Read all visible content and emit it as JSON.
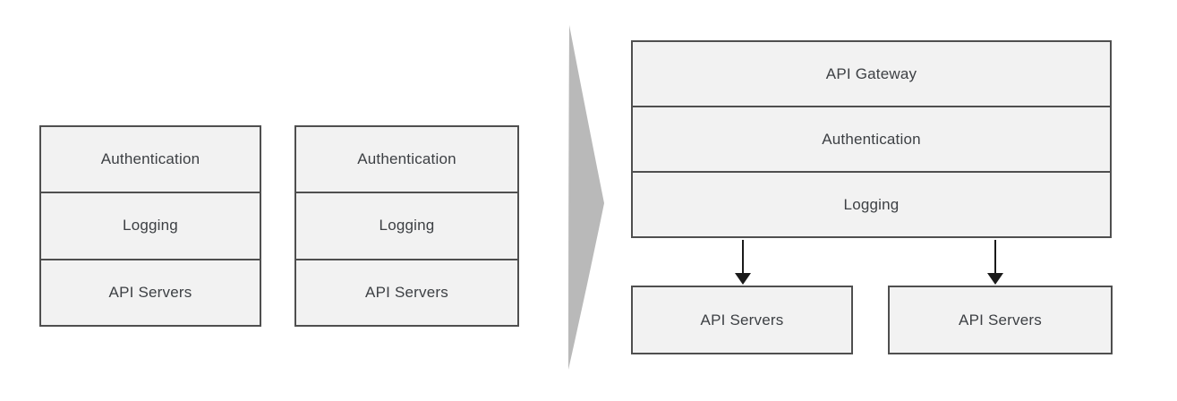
{
  "diagram": {
    "before": {
      "stacks": [
        {
          "layers": [
            "Authentication",
            "Logging",
            "API Servers"
          ]
        },
        {
          "layers": [
            "Authentication",
            "Logging",
            "API Servers"
          ]
        }
      ]
    },
    "transition": {
      "arrow_direction": "right"
    },
    "after": {
      "gateway_stack": [
        "API Gateway",
        "Authentication",
        "Logging"
      ],
      "servers": [
        "API Servers",
        "API Servers"
      ]
    },
    "colors": {
      "background": "#ffffff",
      "box_fill": "#f2f2f2",
      "box_border": "#4f4f4f",
      "text": "#3d4044",
      "chevron": "#b9b9b9",
      "connector": "#1a1a1a"
    }
  }
}
